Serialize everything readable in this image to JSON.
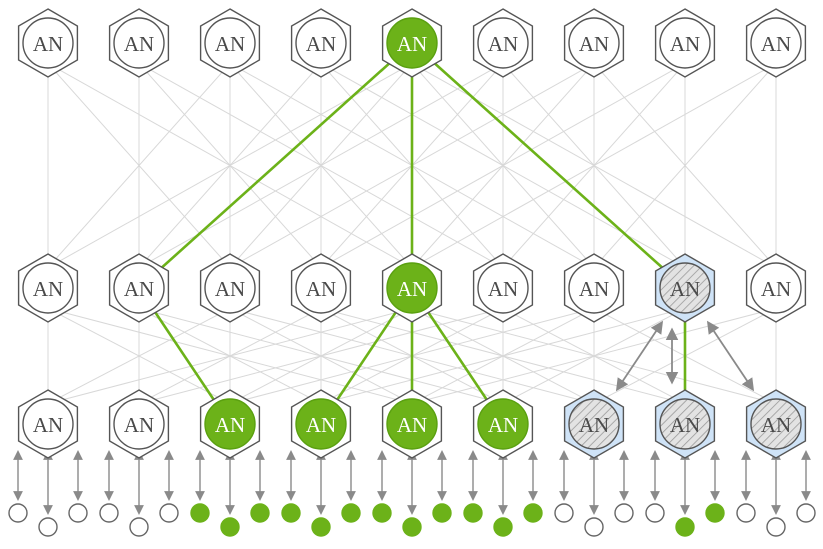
{
  "node_label": "AN",
  "colors": {
    "active": "#6cb219",
    "active_stroke": "#5aa010",
    "highlight_fill": "#cfe3f7",
    "highlight_stroke": "#8fb7dc",
    "hex_stroke": "#555555",
    "mesh_line": "#d8d8d8",
    "arrow": "#8a8a8a",
    "idle_dot": "#666666"
  },
  "layers": [
    {
      "name": "top",
      "states": [
        "idle",
        "idle",
        "idle",
        "idle",
        "active",
        "idle",
        "idle",
        "idle",
        "idle"
      ]
    },
    {
      "name": "middle",
      "states": [
        "idle",
        "idle",
        "idle",
        "idle",
        "active",
        "idle",
        "idle",
        "highlight",
        "idle"
      ]
    },
    {
      "name": "bottom",
      "states": [
        "idle",
        "idle",
        "active",
        "active",
        "active",
        "active",
        "highlight",
        "highlight",
        "highlight"
      ]
    }
  ],
  "inputs": {
    "groups": [
      [
        "idle",
        "idle",
        "idle"
      ],
      [
        "idle",
        "idle",
        "idle"
      ],
      [
        "active",
        "active",
        "active"
      ],
      [
        "active",
        "active",
        "active"
      ],
      [
        "active",
        "active",
        "active"
      ],
      [
        "active",
        "active",
        "active"
      ],
      [
        "idle",
        "idle",
        "idle"
      ],
      [
        "idle",
        "active",
        "active"
      ],
      [
        "idle",
        "idle",
        "idle"
      ]
    ]
  },
  "active_edges": [
    {
      "from": [
        0,
        4
      ],
      "to": [
        1,
        1
      ]
    },
    {
      "from": [
        0,
        4
      ],
      "to": [
        1,
        4
      ]
    },
    {
      "from": [
        0,
        4
      ],
      "to": [
        1,
        7
      ]
    },
    {
      "from": [
        1,
        1
      ],
      "to": [
        2,
        2
      ]
    },
    {
      "from": [
        1,
        4
      ],
      "to": [
        2,
        3
      ]
    },
    {
      "from": [
        1,
        4
      ],
      "to": [
        2,
        4
      ]
    },
    {
      "from": [
        1,
        4
      ],
      "to": [
        2,
        5
      ]
    },
    {
      "from": [
        1,
        7
      ],
      "to": [
        2,
        7
      ]
    }
  ],
  "bidirectional_links": [
    {
      "from": [
        1,
        7
      ],
      "to": [
        2,
        6
      ]
    },
    {
      "from": [
        1,
        7
      ],
      "to": [
        2,
        7
      ]
    },
    {
      "from": [
        1,
        7
      ],
      "to": [
        2,
        8
      ]
    }
  ],
  "mesh_offsets": [
    -4,
    -2,
    2,
    4
  ]
}
